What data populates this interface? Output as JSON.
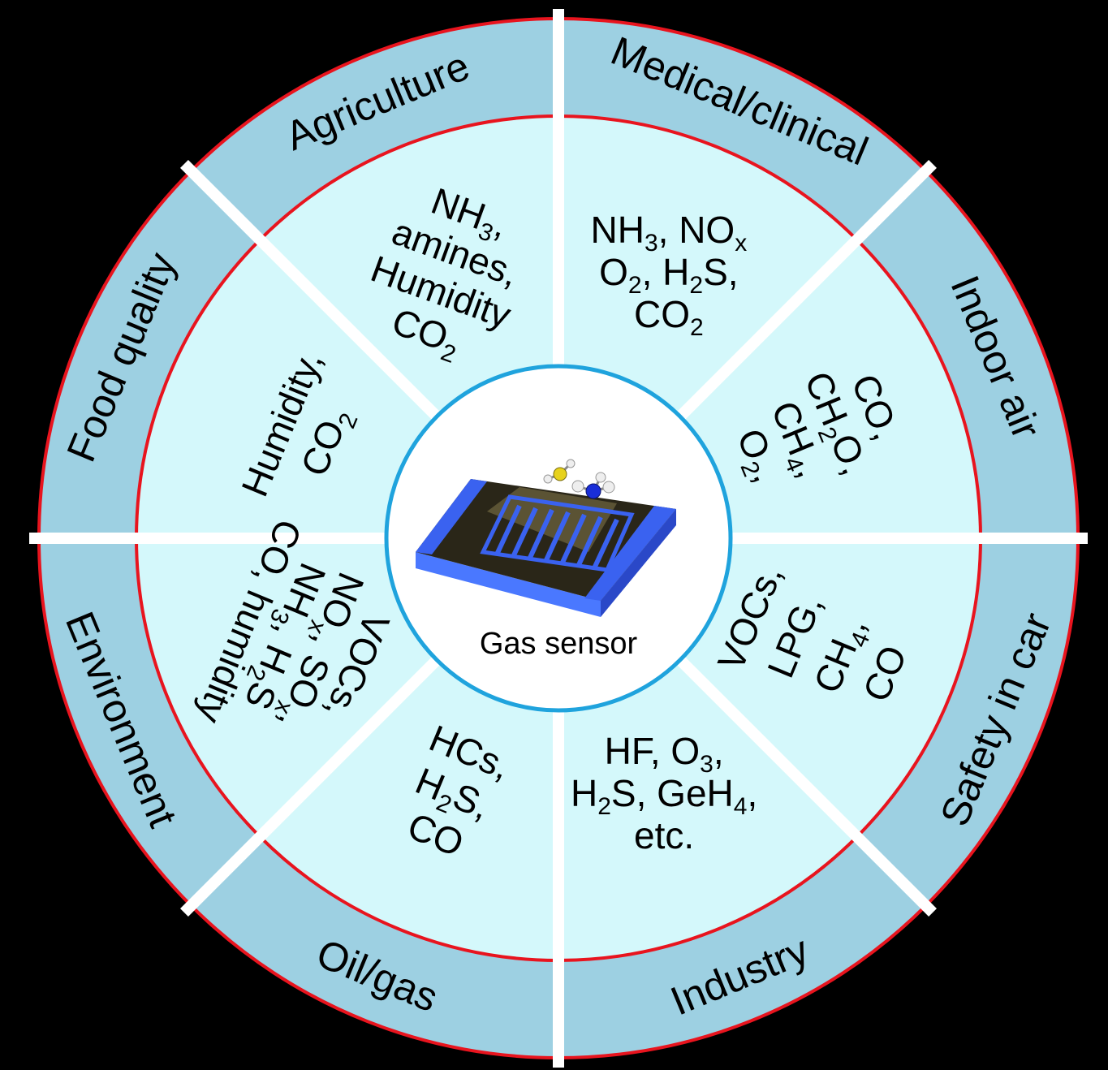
{
  "center": {
    "label": "Gas sensor"
  },
  "sectors": [
    {
      "id": "medical",
      "category": "Medical/clinical",
      "gases": [
        [
          [
            "NH",
            "3",
            ", NO",
            "x"
          ]
        ],
        [
          [
            "O",
            "2",
            ", H",
            "2",
            "S,"
          ]
        ],
        [
          [
            "CO",
            "2"
          ]
        ]
      ]
    },
    {
      "id": "indoor",
      "category": "Indoor air",
      "gases": [
        [
          [
            "CO,"
          ]
        ],
        [
          [
            "CH",
            "2",
            "O,"
          ]
        ],
        [
          [
            "CH",
            "4",
            ","
          ]
        ],
        [
          [
            "O",
            "2",
            ","
          ]
        ]
      ]
    },
    {
      "id": "car",
      "category": "Safety in car",
      "gases": [
        [
          [
            "VOCs,"
          ]
        ],
        [
          [
            "LPG,"
          ]
        ],
        [
          [
            "CH",
            "4",
            ","
          ]
        ],
        [
          [
            "CO"
          ]
        ]
      ]
    },
    {
      "id": "industry",
      "category": "Industry",
      "gases": [
        [
          [
            "HF, O",
            "3",
            ","
          ]
        ],
        [
          [
            "H",
            "2",
            "S, GeH",
            "4",
            ","
          ]
        ],
        [
          [
            "etc."
          ]
        ]
      ]
    },
    {
      "id": "oilgas",
      "category": "Oil/gas",
      "gases": [
        [
          [
            "HCs,"
          ]
        ],
        [
          [
            "H",
            "2",
            "S,"
          ]
        ],
        [
          [
            "CO"
          ]
        ]
      ]
    },
    {
      "id": "environment",
      "category": "Environment",
      "gases": [
        [
          [
            "VOCs,"
          ]
        ],
        [
          [
            "NO",
            "x",
            ", SO",
            "x",
            ","
          ]
        ],
        [
          [
            "NH",
            "3",
            ", H",
            "2",
            "S"
          ]
        ],
        [
          [
            "CO, humidity"
          ]
        ]
      ]
    },
    {
      "id": "food",
      "category": "Food quality",
      "gases": [
        [
          [
            "Humidity,"
          ]
        ],
        [
          [
            "CO",
            "2"
          ]
        ]
      ]
    },
    {
      "id": "agriculture",
      "category": "Agriculture",
      "gases": [
        [
          [
            "NH",
            "3",
            ","
          ]
        ],
        [
          [
            "amines,"
          ]
        ],
        [
          [
            "Humidity"
          ]
        ],
        [
          [
            "CO",
            "2"
          ]
        ]
      ]
    }
  ],
  "colors": {
    "outer_ring": "#9dd0e2",
    "inner_sector": "#d4f8fb",
    "red_border": "#e8141e",
    "center_ring": "#1fa3dd",
    "divider": "#ffffff",
    "electrode": "#3a62f0",
    "substrate": "#2a2618"
  }
}
